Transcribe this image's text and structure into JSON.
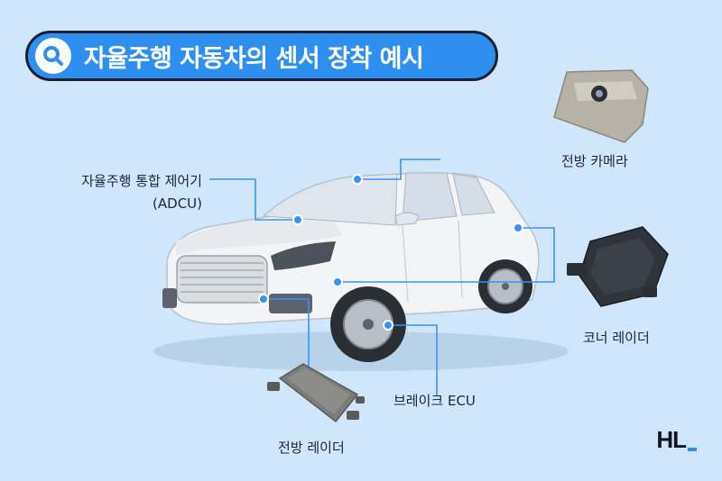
{
  "title": "자율주행 자동차의 센서 장착 예시",
  "icons": {
    "title": "magnifier-icon"
  },
  "labels": {
    "adcu_line1": "자율주행 통합 제어기",
    "adcu_line2": "(ADCU)",
    "front_camera": "전방 카메라",
    "corner_radar": "코너 레이더",
    "brake_ecu": "브레이크 ECU",
    "front_radar": "전방 레이더"
  },
  "logo": "HL",
  "colors": {
    "background": "#cfe6fb",
    "accent": "#2f8ff0",
    "callout_line": "#3a93ef",
    "text": "#1f2433"
  }
}
